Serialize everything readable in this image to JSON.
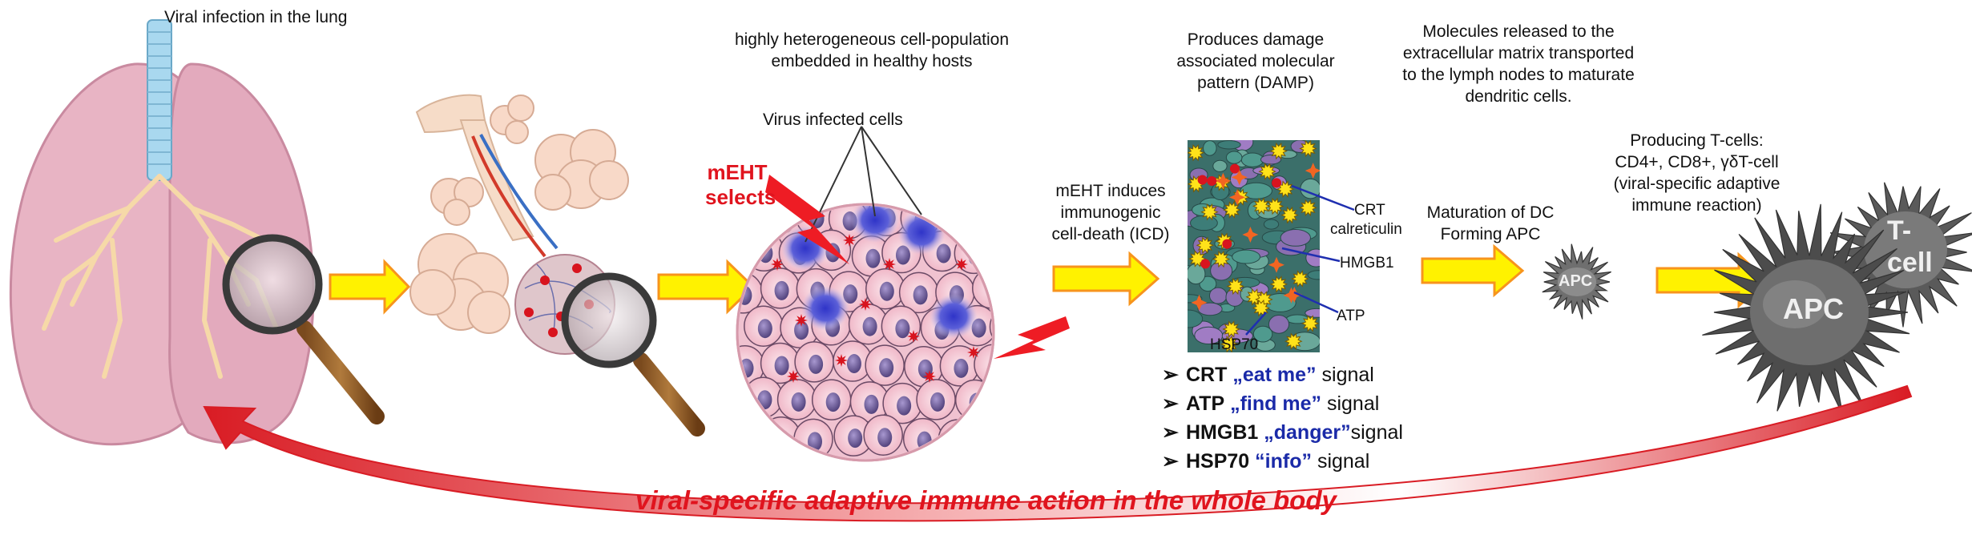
{
  "lung_caption": "Viral infection in the lung",
  "cell_population_caption": [
    "highly heterogeneous cell-population",
    "embedded in healthy hosts"
  ],
  "virus_cells_label": "Virus infected cells",
  "mEHT_selects": [
    "mEHT",
    "selects"
  ],
  "icd_caption": [
    "mEHT induces",
    "immunogenic",
    "cell-death (ICD)"
  ],
  "damp_caption": [
    "Produces damage",
    "associated molecular",
    "pattern (DAMP)"
  ],
  "damp_labels": {
    "crt": [
      "CRT",
      "calreticulin"
    ],
    "hmgb1": "HMGB1",
    "atp": "ATP",
    "hsp70": "HSP70"
  },
  "molecules_caption": [
    "Molecules released to the",
    "extracellular matrix transported",
    "to the lymph nodes to maturate",
    "dendritic cells."
  ],
  "dc_caption": [
    "Maturation of DC",
    "Forming APC"
  ],
  "apc_small_label": "APC",
  "tcell_caption": [
    "Producing T-cells:",
    "CD4+, CD8+, γδT-cell",
    "(viral-specific adaptive",
    "immune reaction)"
  ],
  "apc_large_label": "APC",
  "tcell_label": [
    "T-",
    "cell"
  ],
  "signals": [
    {
      "molecule": "CRT",
      "phrase": "„eat me”",
      "suffix": " signal"
    },
    {
      "molecule": "ATP",
      "phrase": "„find me”",
      "suffix": " signal"
    },
    {
      "molecule": "HMGB1",
      "phrase": "„danger”",
      "suffix": "signal"
    },
    {
      "molecule": "HSP70",
      "phrase": "“info”",
      "suffix": " signal"
    }
  ],
  "bullet_glyph": "➢",
  "bottom_caption": "viral-specific adaptive immune action in the whole body",
  "colors": {
    "accent_red": "#e0141e",
    "arrow_yellow": "#fff200",
    "arrow_orange": "#f7941d",
    "signal_blue": "#1a2aa8",
    "lung_pink": "#e8b4c4",
    "cell_pink": "#f4c6d2",
    "nucleus_purple": "#6c5a9a"
  }
}
